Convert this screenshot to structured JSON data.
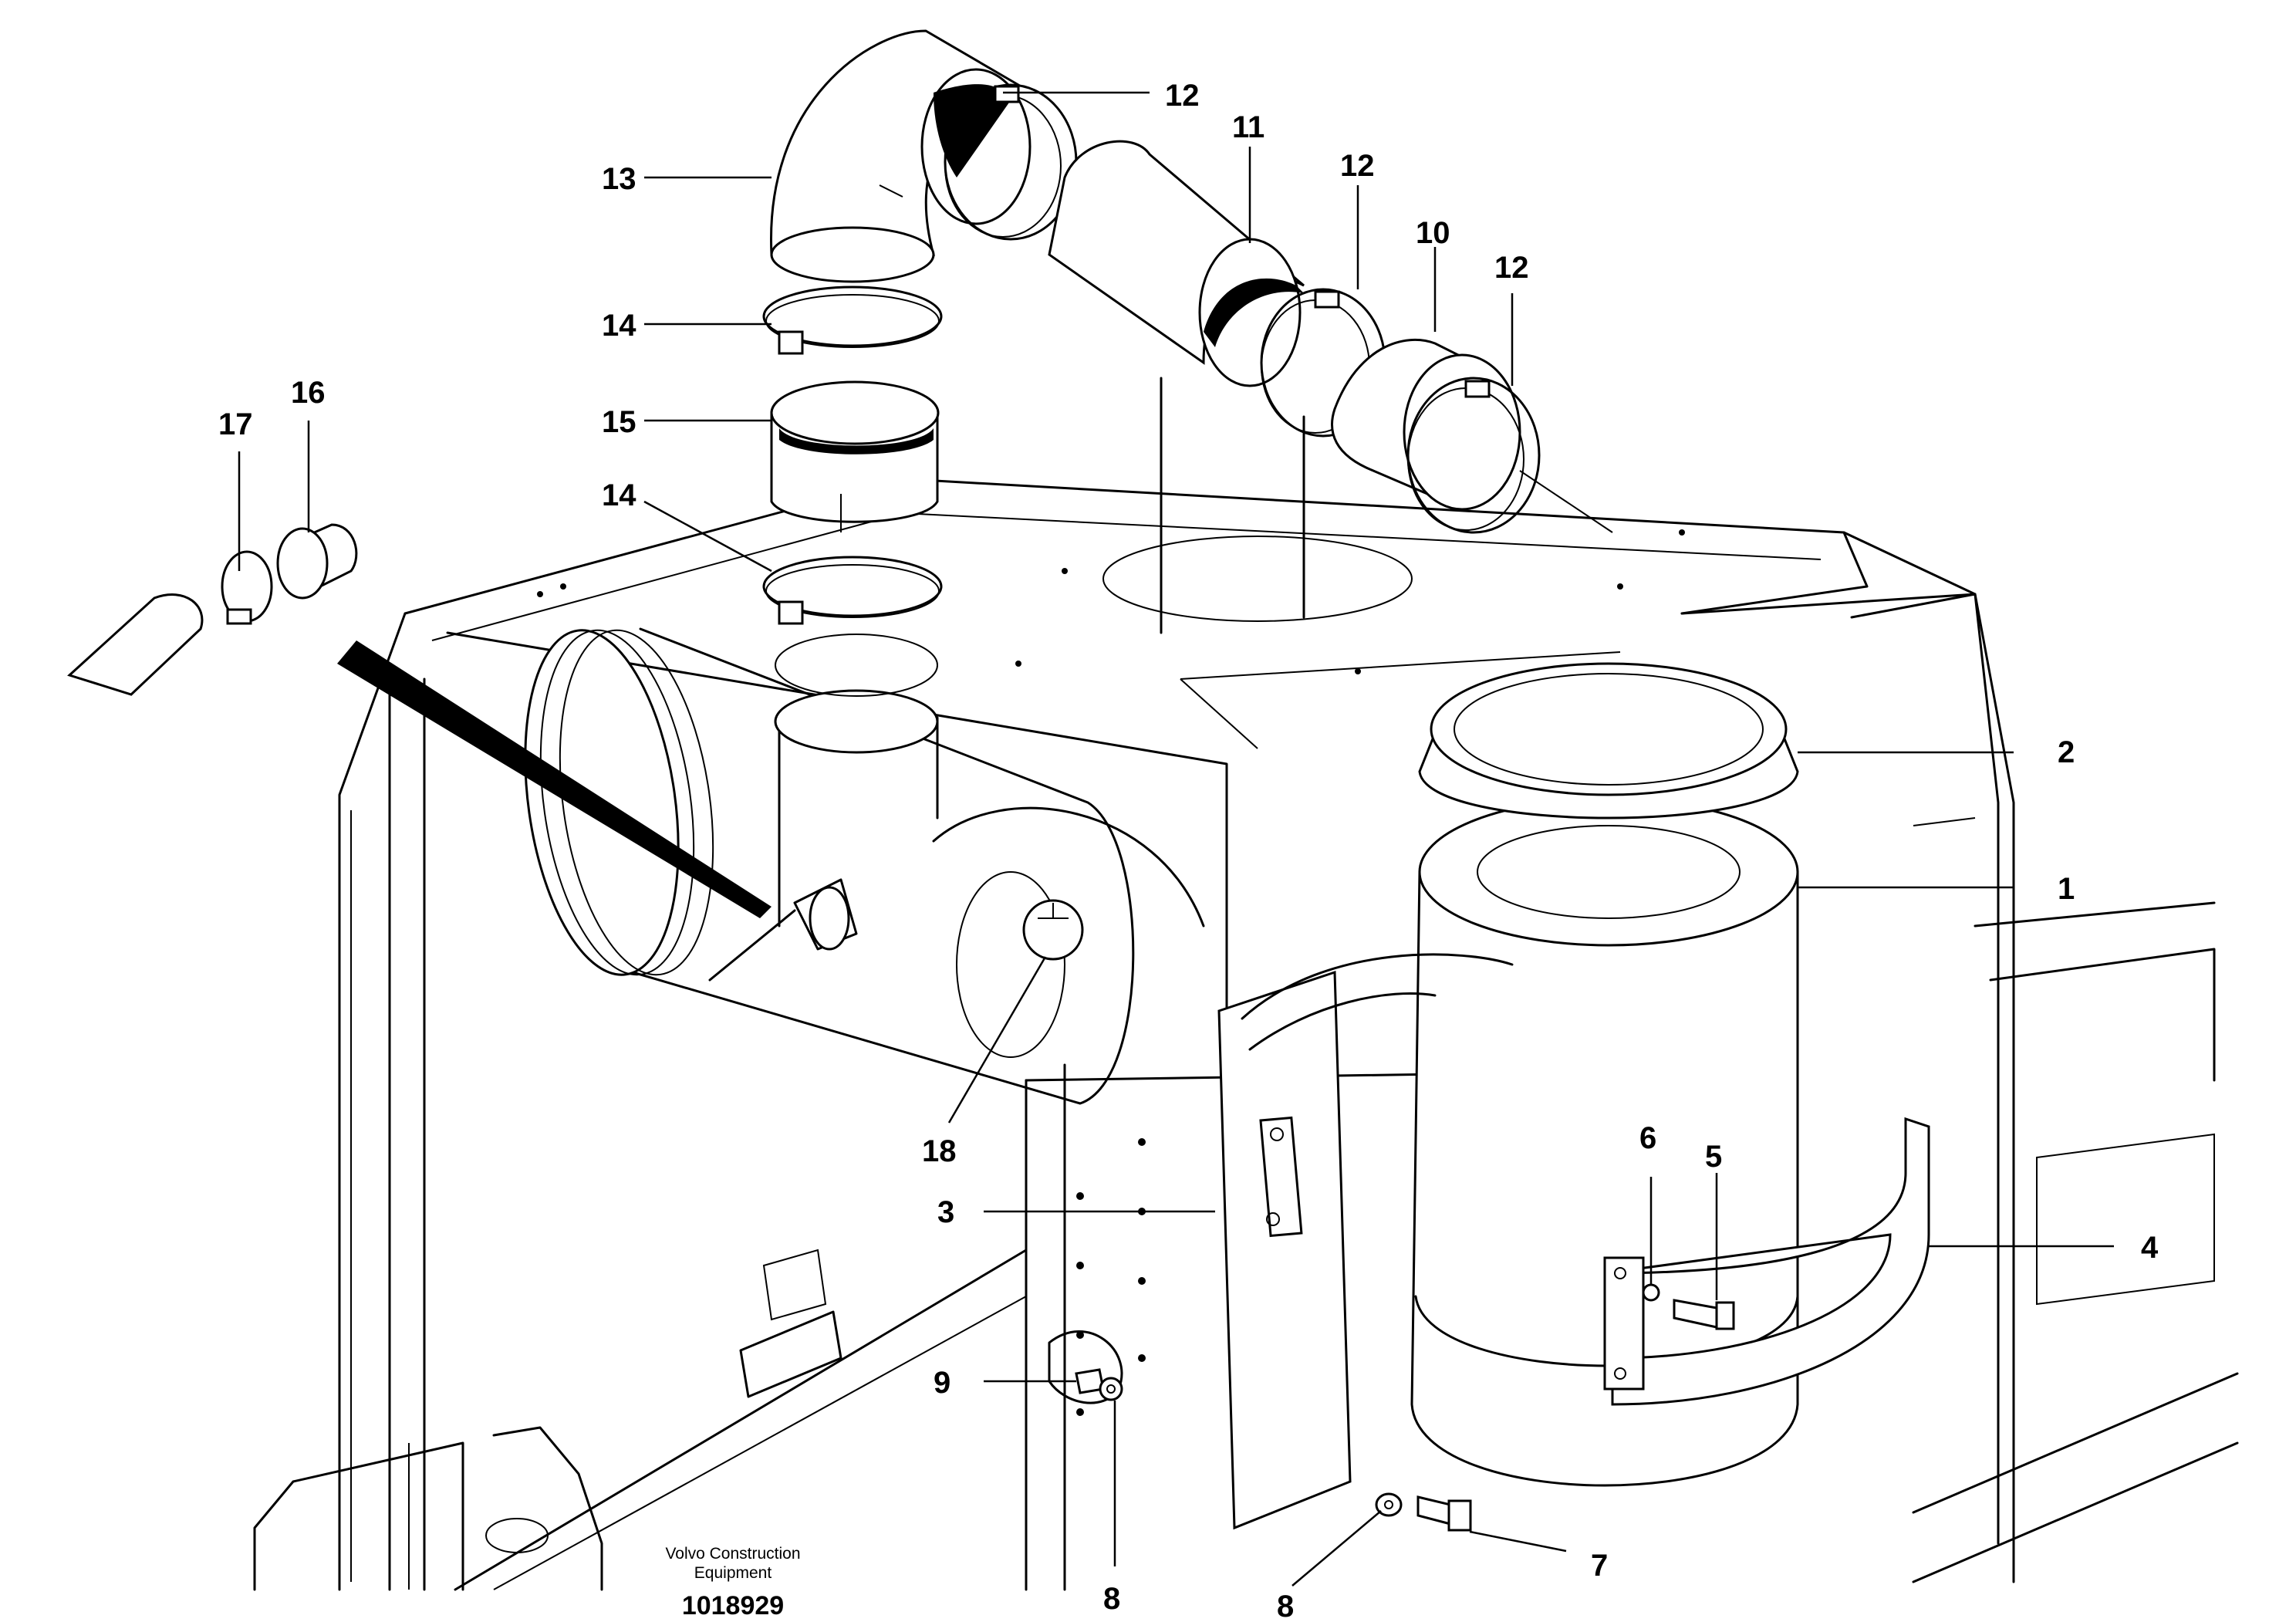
{
  "callouts": {
    "c1": "1",
    "c2": "2",
    "c3": "3",
    "c4": "4",
    "c5": "5",
    "c6": "6",
    "c7": "7",
    "c8a": "8",
    "c8b": "8",
    "c9": "9",
    "c10": "10",
    "c11": "11",
    "c12a": "12",
    "c12b": "12",
    "c12c": "12",
    "c13": "13",
    "c14a": "14",
    "c14b": "14",
    "c15": "15",
    "c16": "16",
    "c17": "17",
    "c18": "18"
  },
  "credit": {
    "line1": "Volvo Construction",
    "line2": "Equipment"
  },
  "doc_number": "1018929"
}
